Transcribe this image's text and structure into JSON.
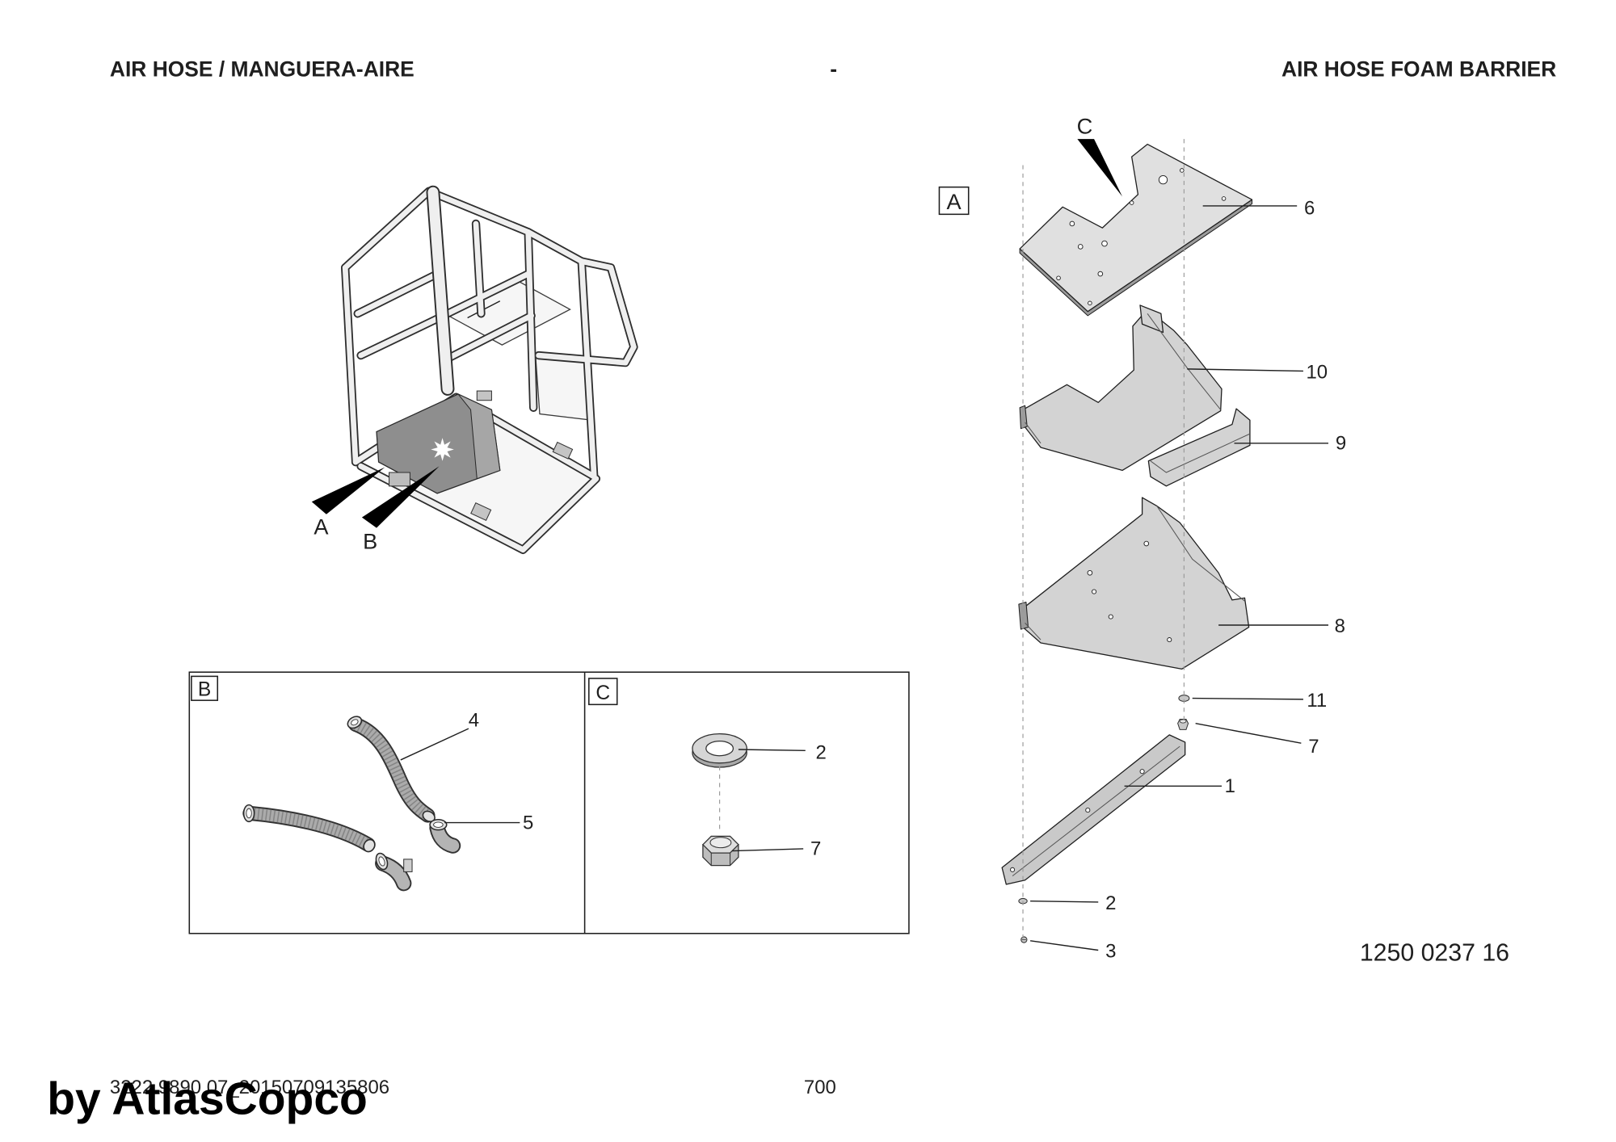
{
  "header": {
    "left_title": "AIR HOSE / MANGUERA-AIRE",
    "center_mark": "-",
    "right_title": "AIR HOSE FOAM BARRIER"
  },
  "overview": {
    "callout_a": "A",
    "callout_b": "B"
  },
  "detail_b": {
    "view_label": "B",
    "callouts": {
      "hose": "4",
      "elbow": "5"
    }
  },
  "detail_c": {
    "view_label": "C",
    "callouts": {
      "washer": "2",
      "nut": "7"
    }
  },
  "exploded_view": {
    "view_label": "A",
    "pointer_label": "C",
    "callouts": {
      "plate": "6",
      "upper_tray": "10",
      "small_tray": "9",
      "lower_tray": "8",
      "small_washer": "11",
      "nut": "7",
      "bar": "1",
      "washer": "2",
      "screw": "3"
    }
  },
  "drawing_number": "1250 0237 16",
  "footer": {
    "doc_code": "3222 9890 07_20150709135806",
    "page_number": "700",
    "watermark": "by AtlasCopco"
  },
  "colors": {
    "ink": "#1f1f1f",
    "part_fill": "#d3d3d3",
    "part_edge": "#9c9c9c",
    "barrier_fill": "#8e8e8e",
    "frame_fill": "#efefef",
    "dash_line": "#9a9a9a"
  }
}
